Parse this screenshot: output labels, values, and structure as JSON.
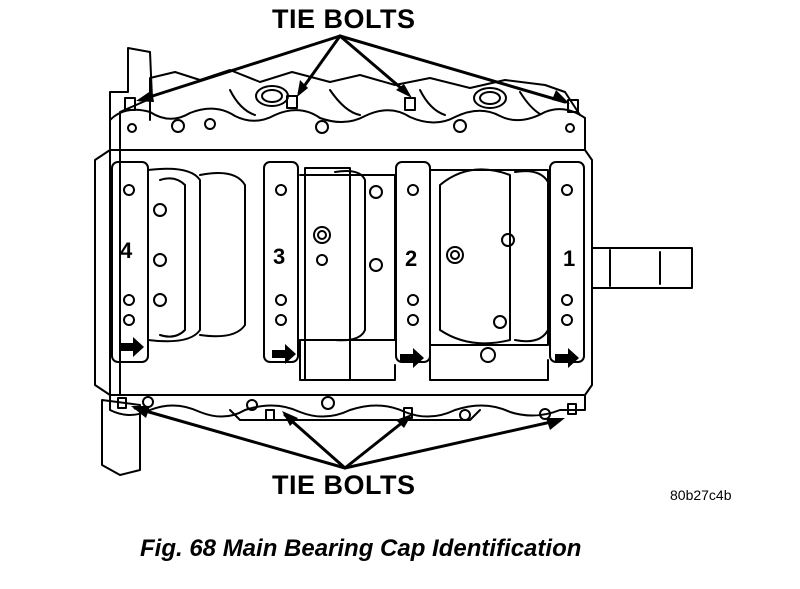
{
  "labels": {
    "top_callout": "TIE BOLTS",
    "bottom_callout": "TIE BOLTS",
    "figure_code": "80b27c4b",
    "caption": "Fig. 68 Main Bearing Cap Identification"
  },
  "caps": [
    {
      "number": "4"
    },
    {
      "number": "3"
    },
    {
      "number": "2"
    },
    {
      "number": "1"
    }
  ]
}
